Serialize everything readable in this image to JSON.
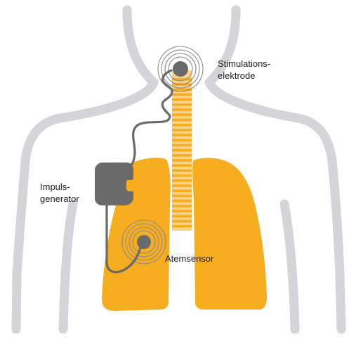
{
  "colors": {
    "body_outline": "#d3d5d8",
    "lung": "#f7ad20",
    "trachea_stripe": "#fbd389",
    "device": "#6a6a6a",
    "rings": "#8c8c8c",
    "text": "#1f1f1f"
  },
  "labels": {
    "electrode": [
      "Stimulations-",
      "elektrode"
    ],
    "generator": [
      "Impuls-",
      "generator"
    ],
    "sensor": "Atemsensor"
  }
}
